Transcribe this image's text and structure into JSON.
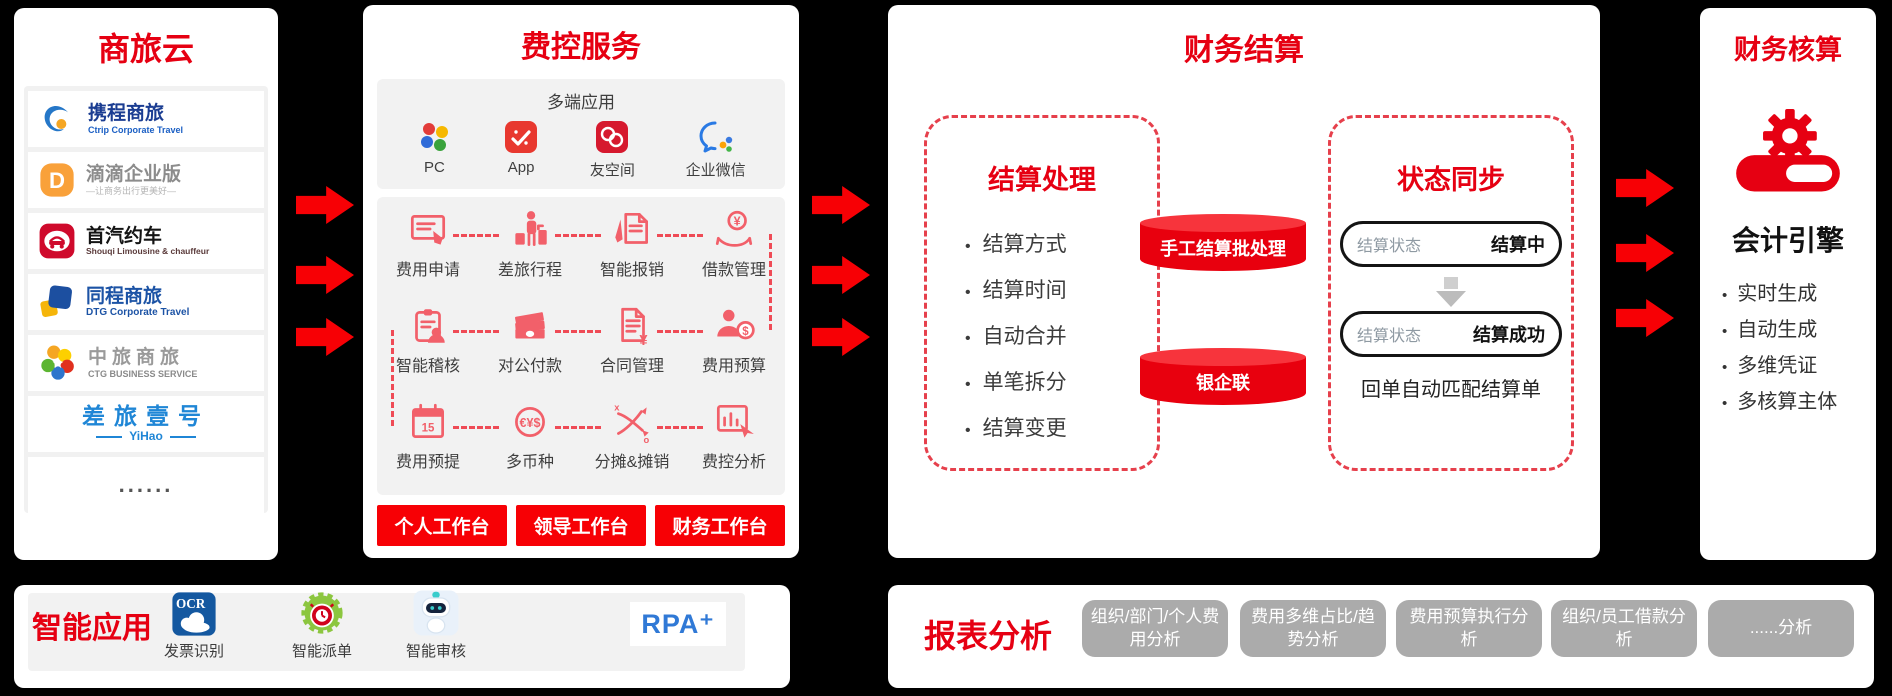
{
  "travel_cloud": {
    "title": "商旅云",
    "providers": [
      {
        "name": "携程商旅",
        "subtitle": "Ctrip Corporate Travel",
        "icon": "ctrip-dolphin-icon"
      },
      {
        "name": "滴滴企业版",
        "subtitle": "—让商务出行更美好—",
        "icon": "didi-icon"
      },
      {
        "name": "首汽约车",
        "subtitle": "Shouqi Limousine & chauffeur",
        "icon": "shouqi-car-icon"
      },
      {
        "name": "同程商旅",
        "subtitle": "DTG  Corporate Travel",
        "icon": "dtg-squares-icon"
      },
      {
        "name": "中旅商旅",
        "subtitle": "CTG BUSINESS SERVICE",
        "icon": "ctg-star-icon"
      },
      {
        "name": "差旅壹号",
        "subtitle": "YiHao",
        "icon": "none"
      },
      {
        "name": "......",
        "subtitle": "",
        "icon": "none"
      }
    ]
  },
  "expense_control": {
    "title": "费控服务",
    "multi_terminal": {
      "title": "多端应用",
      "apps": [
        {
          "label": "PC",
          "icon": "yonyou-pinwheel-icon"
        },
        {
          "label": "App",
          "icon": "app-check-icon"
        },
        {
          "label": "友空间",
          "icon": "youspace-knot-icon"
        },
        {
          "label": "企业微信",
          "icon": "wecom-bubble-icon"
        }
      ]
    },
    "features": [
      {
        "label": "费用申请",
        "icon": "expense-apply-icon"
      },
      {
        "label": "差旅行程",
        "icon": "travel-itinerary-icon"
      },
      {
        "label": "智能报销",
        "icon": "smart-reimburse-icon"
      },
      {
        "label": "借款管理",
        "icon": "loan-manage-icon"
      },
      {
        "label": "智能稽核",
        "icon": "smart-audit-icon"
      },
      {
        "label": "对公付款",
        "icon": "corporate-payment-icon"
      },
      {
        "label": "合同管理",
        "icon": "contract-manage-icon"
      },
      {
        "label": "费用预算",
        "icon": "expense-budget-icon"
      },
      {
        "label": "费用预提",
        "icon": "expense-accrual-icon"
      },
      {
        "label": "多币种",
        "icon": "multi-currency-icon"
      },
      {
        "label": "分摊&摊销",
        "icon": "allocation-amortize-icon"
      },
      {
        "label": "费控分析",
        "icon": "expense-analysis-icon"
      }
    ],
    "workbenches": [
      "个人工作台",
      "领导工作台",
      "财务工作台"
    ]
  },
  "settlement": {
    "title": "财务结算",
    "processing": {
      "title": "结算处理",
      "items": [
        "结算方式",
        "结算时间",
        "自动合并",
        "单笔拆分",
        "结算变更"
      ]
    },
    "cylinders": [
      "手工结算批处理",
      "银企联"
    ],
    "status_sync": {
      "title": "状态同步",
      "states": [
        {
          "label": "结算状态",
          "value": "结算中"
        },
        {
          "label": "结算状态",
          "value": "结算成功"
        }
      ],
      "caption": "回单自动匹配结算单"
    }
  },
  "accounting": {
    "title": "财务核算",
    "engine_icon": "accounting-engine-gear-icon",
    "engine_title": "会计引擎",
    "items": [
      "实时生成",
      "自动生成",
      "多维凭证",
      "多核算主体"
    ]
  },
  "smart_apps": {
    "title": "智能应用",
    "apps": [
      {
        "label": "发票识别",
        "icon": "ocr-cloud-icon",
        "badge": "OCR"
      },
      {
        "label": "智能派单",
        "icon": "dispatch-gear-alarm-icon"
      },
      {
        "label": "智能审核",
        "icon": "audit-robot-icon"
      },
      {
        "label": "RPA⁺",
        "icon": "rpa-logo"
      }
    ]
  },
  "report_analysis": {
    "title": "报表分析",
    "buttons": [
      "组织/部门/个人费用分析",
      "费用多维占比/趋势分析",
      "费用预算执行分析",
      "组织/员工借款分析",
      "......分析"
    ]
  },
  "colors": {
    "accent_red": "#e60012",
    "bright_red": "#f70005",
    "icon_pink": "#f2606a",
    "panel_gray": "#f2f2f2",
    "button_gray": "#ababab",
    "background": "#000000"
  }
}
